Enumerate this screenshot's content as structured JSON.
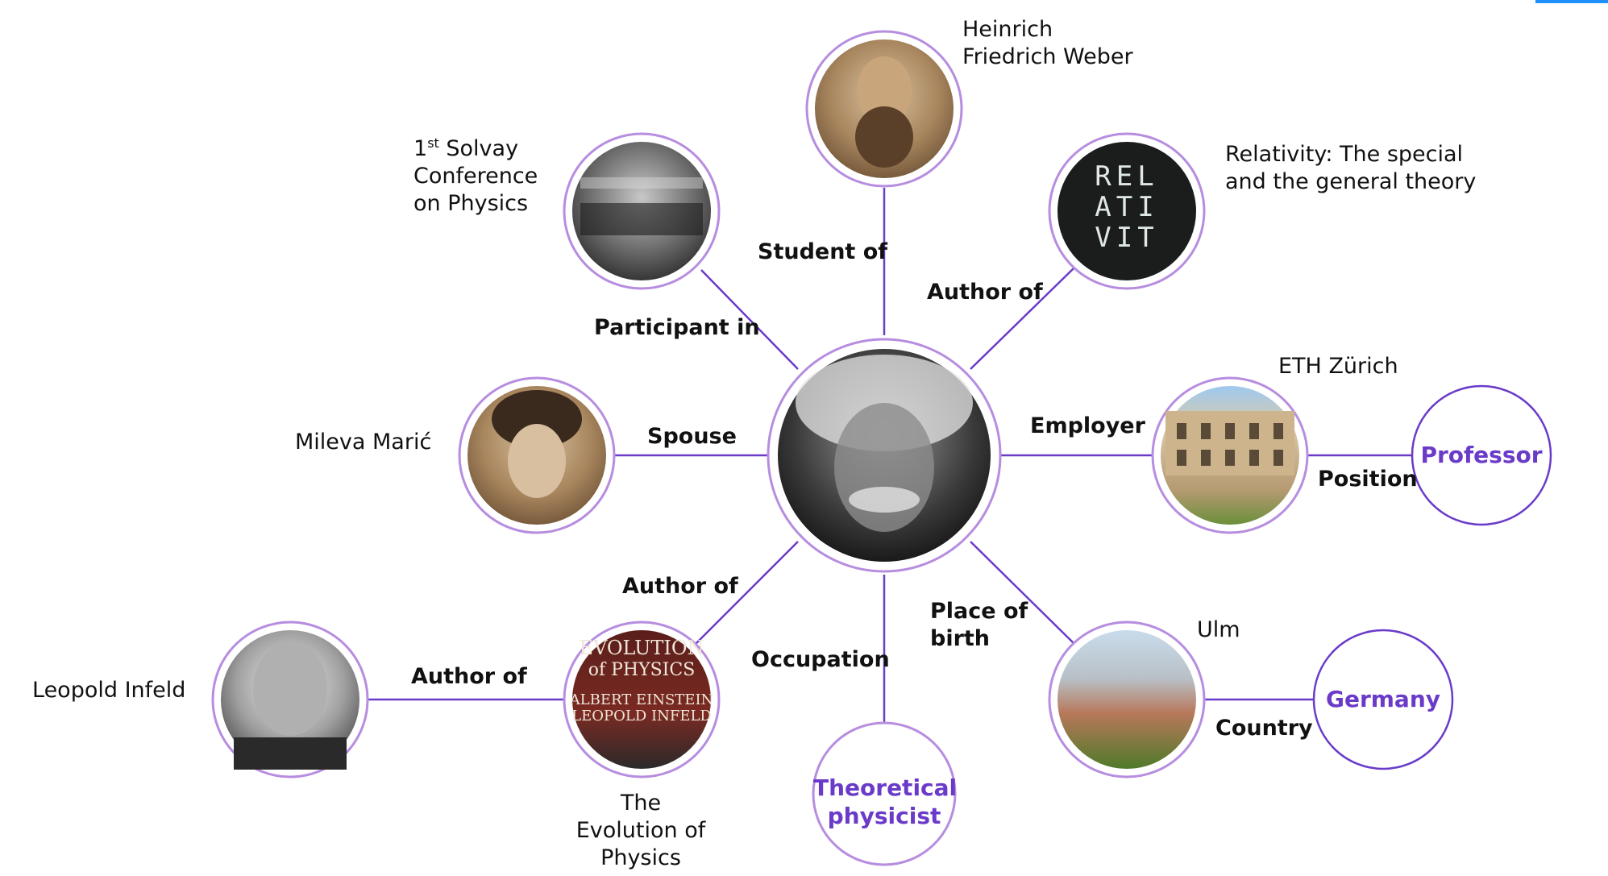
{
  "colors": {
    "edge": "#6a3bc9",
    "ring": "#b78de0",
    "literal_text": "#6a3bc9",
    "literal_ring": "#6a3bc9",
    "corner_accent": "#1e90ff"
  },
  "center": {
    "icon": "portrait-icon"
  },
  "entities": {
    "weber": "Heinrich\nFriedrich Weber",
    "solvay_ordinal": "1",
    "solvay_sup": "st",
    "solvay_rest": " Solvay\nConference\non Physics",
    "relativity": "Relativity: The special\nand the general theory",
    "eth": "ETH Zürich",
    "mileva": "Mileva Marić",
    "infeld": "Leopold Infeld",
    "evolution": "The\nEvolution of\nPhysics",
    "ulm": "Ulm"
  },
  "relations": {
    "student_of": "Student of",
    "participant_in": "Participant in",
    "author_of_relativity": "Author of",
    "employer": "Employer",
    "spouse": "Spouse",
    "position": "Position",
    "author_of_evolution": "Author of",
    "author_of_infeld": "Author of",
    "occupation": "Occupation",
    "place_of_birth": "Place of\nbirth",
    "country": "Country"
  },
  "literals": {
    "professor": "Professor",
    "theoretical_physicist": "Theoretical\nphysicist",
    "germany": "Germany"
  }
}
